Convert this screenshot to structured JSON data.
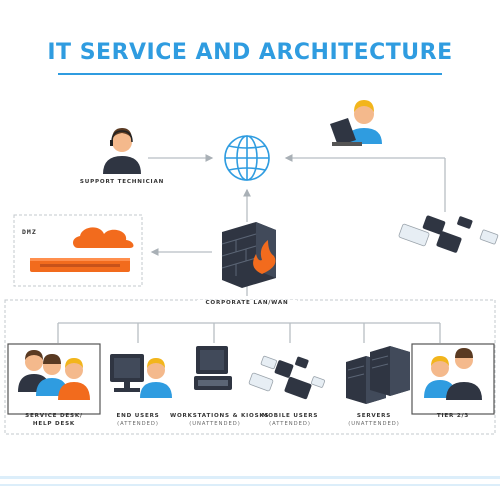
{
  "title": "IT SERVICE AND ARCHITECTURE",
  "nodes": {
    "support_technician": "SUPPORT TECHNICIAN",
    "dmz": "DMZ",
    "corporate_lan_wan": "CORPORATE LAN/WAN",
    "service_desk": [
      "SERVICE DESK/",
      "HELP DESK"
    ],
    "end_users": "END USERS",
    "end_users_sub": "(ATTENDED)",
    "workstations": "WORKSTATIONS & KIOSKS",
    "workstations_sub": "(UNATTENDED)",
    "mobile_users": "MOBILE USERS",
    "mobile_users_sub": "(ATTENDED)",
    "servers": "SERVERS",
    "servers_sub": "(UNATTENDED)",
    "tier": "TIER 2/3"
  },
  "colors": {
    "accent": "#2f9ce0",
    "cloud": "#f26b1d",
    "firewall": "#2f3542",
    "flame": "#f26b1d",
    "line": "#b8bec4"
  },
  "icons": [
    "globe-icon",
    "headset-person-icon",
    "laptop-user-icon",
    "devices-icon",
    "firewall-icon",
    "cloud-icon",
    "server-rack-icon",
    "group-headset-icon",
    "desktop-user-icon",
    "workstation-icon",
    "mobile-devices-icon",
    "server-towers-icon"
  ]
}
